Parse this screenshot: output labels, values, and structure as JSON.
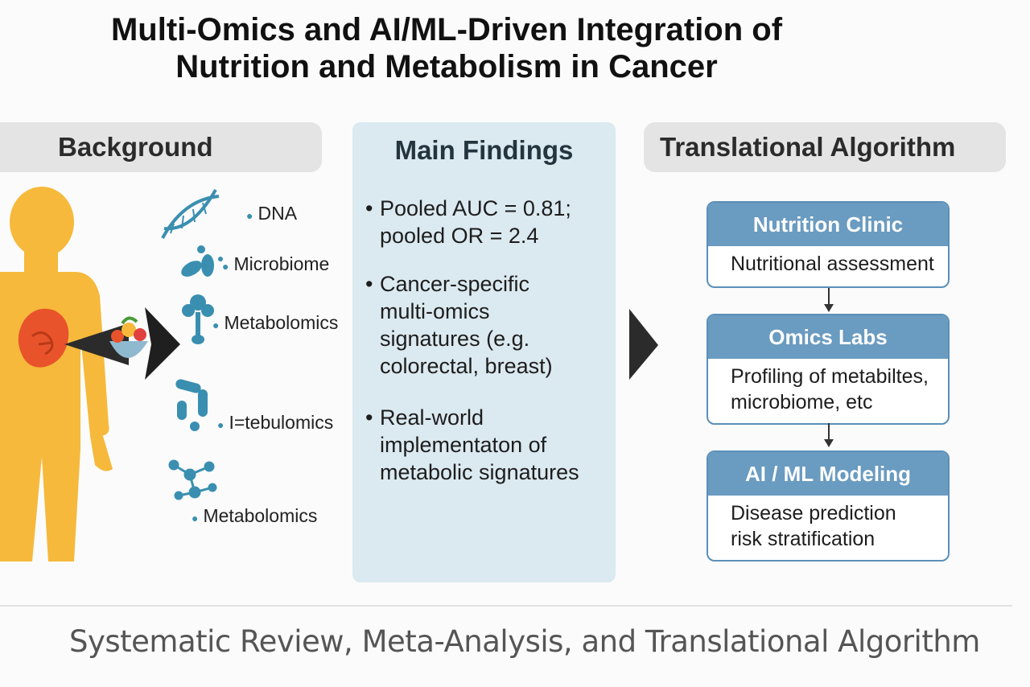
{
  "title_line1": "Multi-Omics and AI/ML-Driven Integration of",
  "title_line2": "Nutrition and Metabolism in Cancer",
  "background": {
    "header": "Background",
    "omics": [
      "DNA",
      "Microbiome",
      "Metabolomics",
      "I=tebulomics",
      "Metabolomics"
    ]
  },
  "findings": {
    "header": "Main Findings",
    "bullets": [
      [
        "Pooled AUC = 0.81;",
        "pooled OR = 2.4"
      ],
      [
        "Cancer-specific",
        "multi-omics",
        "signatures (e.g.",
        "colorectal, breast)"
      ],
      [
        "Real-world",
        "implementaton of",
        "metabolic signatures"
      ]
    ]
  },
  "algorithm": {
    "header": "Translational Algorithm",
    "boxes": [
      {
        "title": "Nutrition Clinic",
        "lines": [
          "Nutritional assessment"
        ]
      },
      {
        "title": "Omics Labs",
        "lines": [
          "Profiling of metabiltes,",
          "microbiome, etc"
        ]
      },
      {
        "title": "AI / ML Modeling",
        "lines": [
          "Disease prediction",
          "risk stratification"
        ]
      }
    ]
  },
  "footer": "Systematic Review, Meta-Analysis, and Translational Algorithm",
  "colors": {
    "body_figure": "#f6b93b",
    "organ": "#e8532b",
    "omics_icon": "#3a8fb0",
    "algo_header": "#6a9bc0",
    "findings_panel": "#dbe9f0"
  }
}
